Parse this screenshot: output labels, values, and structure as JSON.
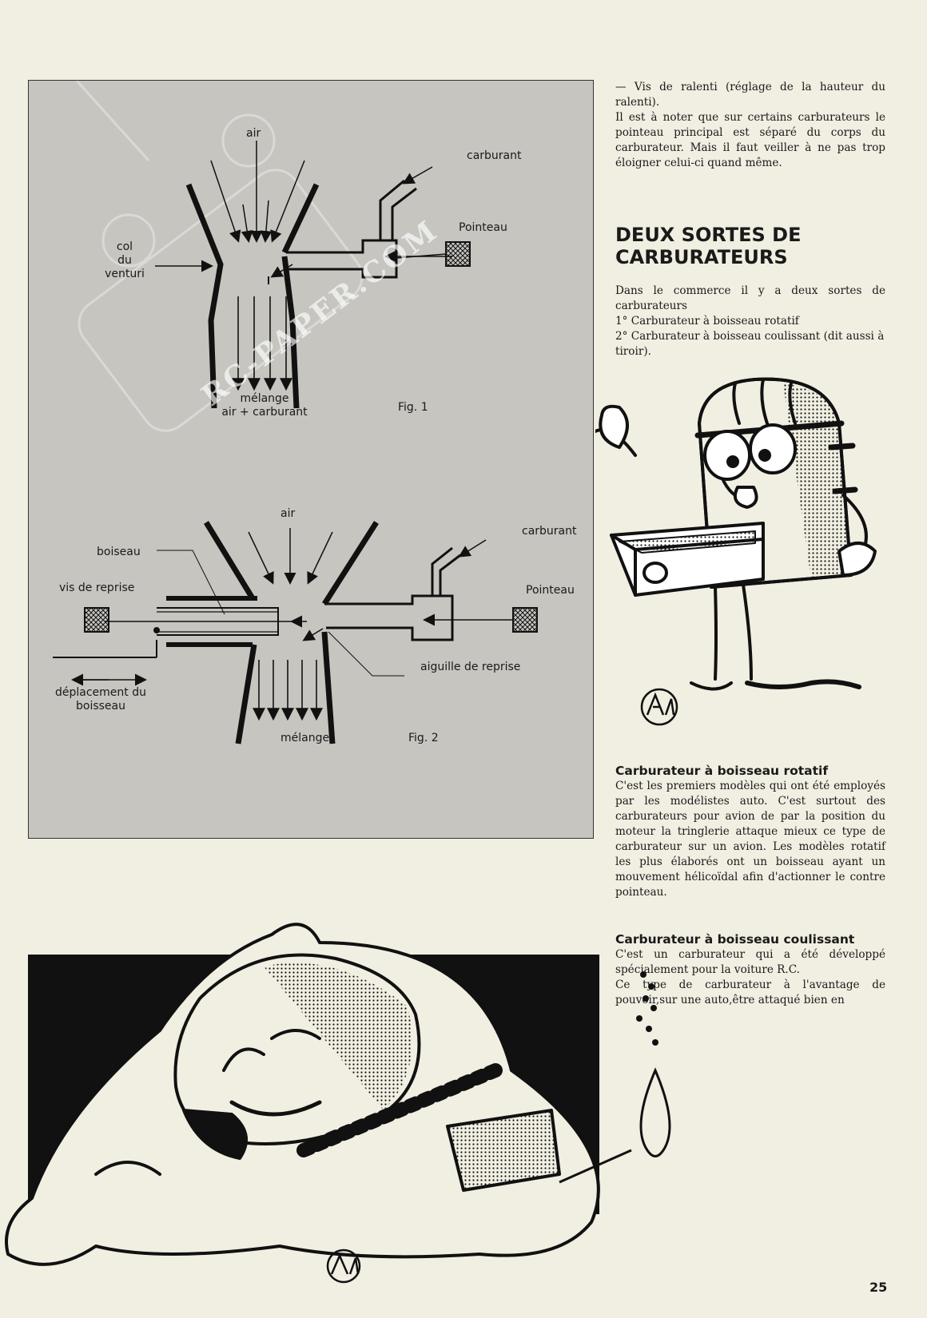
{
  "watermark": "RC-PAPER.COM",
  "fig1": {
    "caption": "Fig. 1",
    "labels": {
      "air": "air",
      "carburant": "carburant",
      "pointeau": "Pointeau",
      "col_venturi": [
        "col",
        "du",
        "venturi"
      ],
      "melange": [
        "mélange",
        "air + carburant"
      ]
    }
  },
  "fig2": {
    "caption": "Fig. 2",
    "labels": {
      "air": "air",
      "carburant": "carburant",
      "boiseau": "boiseau",
      "vis_reprise": "vis de reprise",
      "pointeau": "Pointeau",
      "aiguille": "aiguille de reprise",
      "deplacement": [
        "déplacement du",
        "boisseau"
      ],
      "melange": "mélange"
    }
  },
  "column": {
    "intro_lines": [
      "— Vis de ralenti (réglage de la hauteur du ralenti).",
      "Il est à noter que sur certains carburateurs le pointeau principal est séparé du corps du carburateur. Mais il faut veiller à ne pas trop éloigner celui-ci quand même."
    ],
    "heading": [
      "DEUX SORTES DE",
      "CARBURATEURS"
    ],
    "types_intro": "Dans le commerce il y a deux sortes de carburateurs",
    "types": [
      "1° Carburateur à boisseau rotatif",
      "2° Carburateur à boisseau coulissant (dit aussi à tiroir)."
    ],
    "section1": {
      "title": "Carburateur à boisseau rotatif",
      "body": "C'est les premiers modèles qui ont été employés par les modélistes auto. C'est surtout des carburateurs pour avion de par la position du moteur la tringlerie attaque mieux ce type de carburateur sur un avion. Les modèles rotatif les plus élaborés ont un boisseau ayant un mouvement hélicoïdal afin d'actionner le contre pointeau."
    },
    "section2": {
      "title": "Carburateur à boisseau coulissant",
      "body1": "C'est un carburateur qui a été développé spécialement pour la voiture R.C.",
      "body2": "Ce type de carburateur à l'avantage de pouvoir,sur une auto,être attaqué bien en"
    }
  },
  "page_number": "25"
}
